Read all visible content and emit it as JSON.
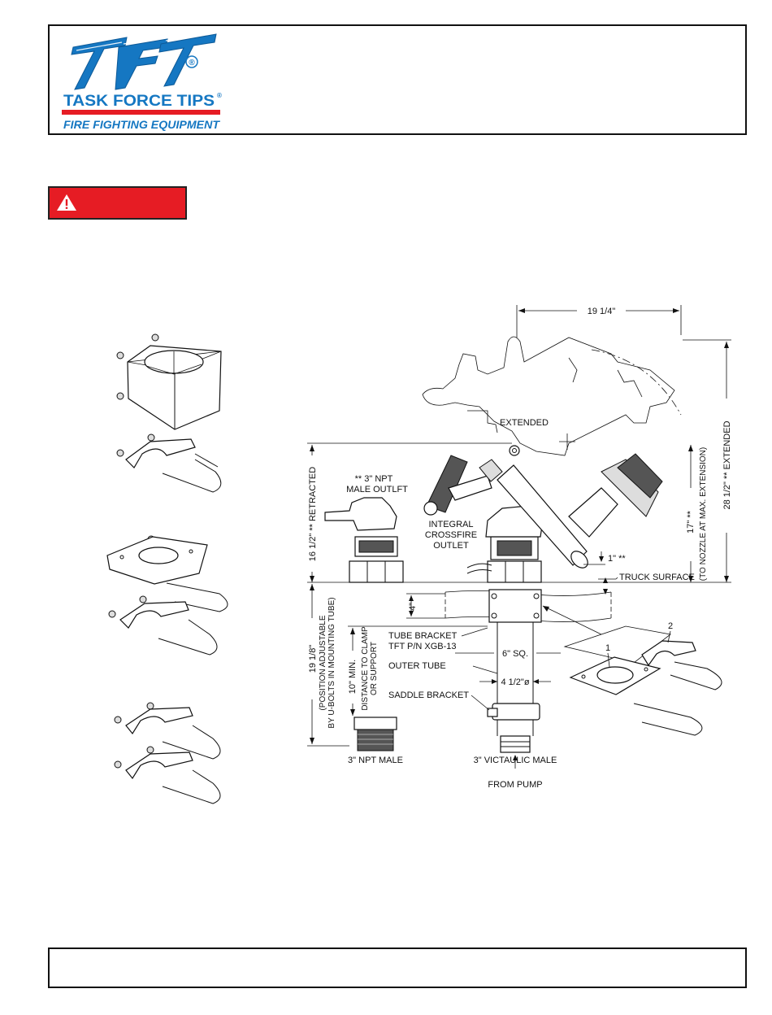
{
  "brand": {
    "name": "TASK FORCE TIPS",
    "name_mark": "®",
    "tagline": "FIRE FIGHTING EQUIPMENT",
    "logo_letters": "TFT",
    "colors": {
      "logo_blue": "#1577c2",
      "logo_red": "#e61c24"
    }
  },
  "warning": {
    "icon": "warning-triangle-icon",
    "color": "#e61c24"
  },
  "dimensions": {
    "top_width": "19 1/4\"",
    "extended_state": "EXTENDED",
    "extended_height": "28 1/2\" ** EXTENDED",
    "retracted_height": "16 1/2\" ** RETRACTED",
    "nozzle_height_a": "17\" **",
    "nozzle_height_b": "(TO NOZZLE AT MAX. EXTENSION)",
    "offset": "1\" **",
    "truck_gap": "4\"",
    "below_height_a": "19 1/8\"",
    "below_height_b": "(POSITION ADJUSTABLE",
    "below_height_c": "BY U-BOLTS IN MOUNTING TUBE)",
    "min_clamp_a": "10\" MIN.",
    "min_clamp_b": "DISTANCE TO CLAMP",
    "min_clamp_c": "OR SUPPORT",
    "tube_square": "6\" SQ.",
    "tube_dia": "4 1/2\"ø"
  },
  "callouts": {
    "npt_outlet_a": "** 3\" NPT",
    "npt_outlet_b": "MALE OUTLFT",
    "crossfire_a": "INTEGRAL",
    "crossfire_b": "CROSSFIRE",
    "crossfire_c": "OUTLET",
    "truck_surface": "TRUCK SURFACE",
    "tube_bracket_a": "TUBE BRACKET",
    "tube_bracket_b": "TFT P/N XGB-13",
    "outer_tube": "OUTER TUBE",
    "saddle_bracket": "SADDLE BRACKET",
    "npt_male": "3\" NPT MALE",
    "victaulic_male": "3\" VICTAULIC MALE",
    "from_pump": "FROM PUMP",
    "item_1": "1",
    "item_2": "2"
  }
}
